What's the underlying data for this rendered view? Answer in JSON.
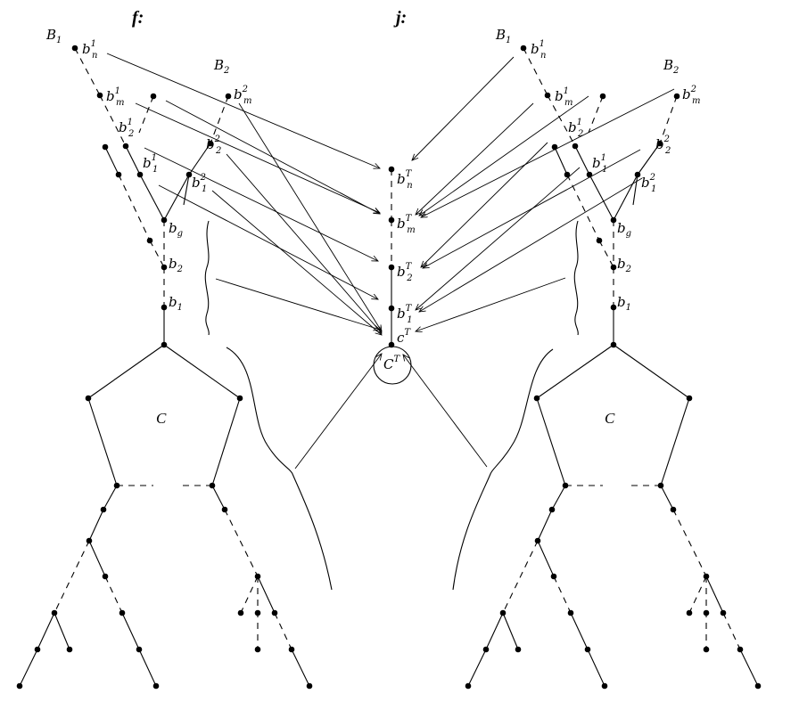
{
  "titles": {
    "left": "f:",
    "right": "j:"
  },
  "labels": {
    "B1": "B",
    "B2": "B",
    "sub1": "1",
    "sub2": "2",
    "subg": "g",
    "subm": "m",
    "subn": "n",
    "sup1": "1",
    "sup2": "2",
    "supT": "T",
    "b": "b",
    "c": "c",
    "C": "C"
  }
}
